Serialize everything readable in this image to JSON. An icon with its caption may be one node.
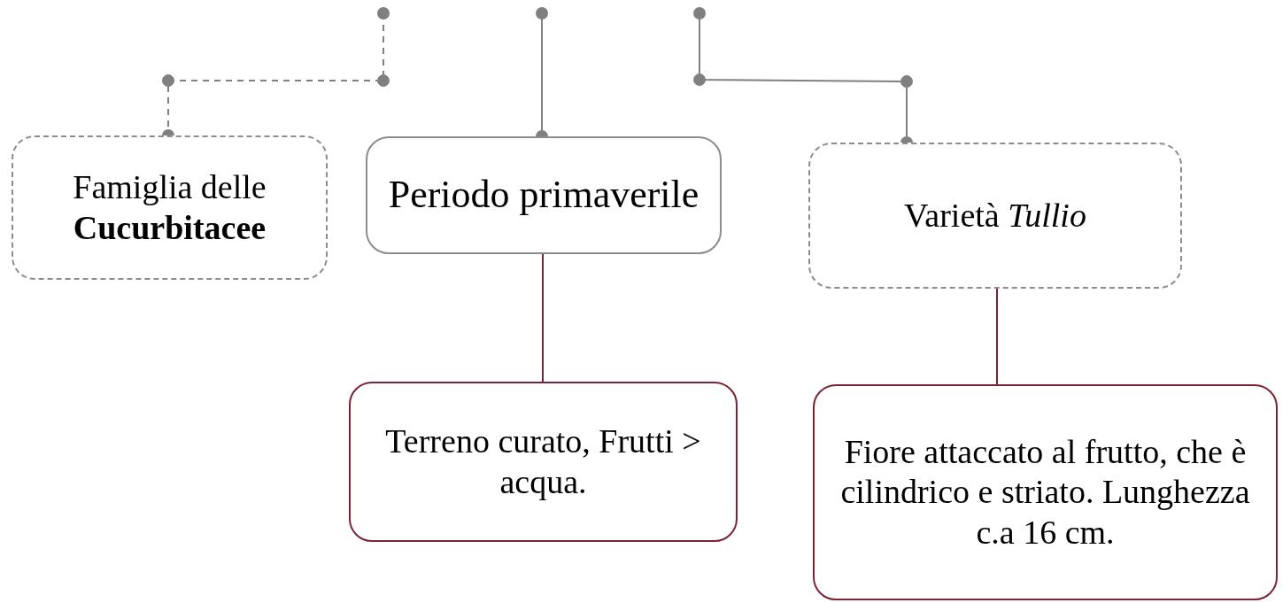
{
  "diagram": {
    "nodes": [
      {
        "text": [
          "Famiglia delle **Cucurbitacee**"
        ]
      },
      {
        "text": [
          "Periodo primaverile"
        ]
      },
      {
        "text": [
          "Varietà *Tullio*"
        ]
      },
      {
        "text": [
          "Terreno curato, Frutti > acqua."
        ]
      },
      {
        "text": [
          "Fiore attaccato al frutto, che è cilindrico e striato. Lunghezza c.a 16 cm."
        ]
      }
    ],
    "edges": [
      {
        "from": null,
        "to": 0,
        "arrow": "other",
        "style": "dashed"
      },
      {
        "from": null,
        "to": 1,
        "arrow": "other"
      },
      {
        "from": null,
        "to": 2,
        "arrow": "other"
      },
      {
        "from": 1,
        "to": 3,
        "arrow": "none",
        "color": "#7b2436"
      },
      {
        "from": 2,
        "to": 4,
        "arrow": "none",
        "color": "#7b2436"
      }
    ]
  }
}
